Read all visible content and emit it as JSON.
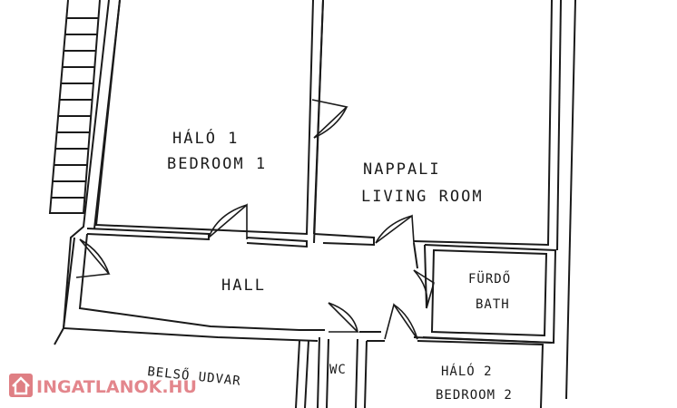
{
  "rooms": {
    "halo1": {
      "name_hu": "HÁLÓ 1",
      "name_en": "BEDROOM 1"
    },
    "nappali": {
      "name_hu": "NAPPALI",
      "name_en": "LIVING ROOM"
    },
    "hall": {
      "name": "HALL"
    },
    "furdo": {
      "name_hu": "FÜRDŐ",
      "name_en": "BATH"
    },
    "wc": {
      "name": "WC"
    },
    "halo2": {
      "name_hu": "HÁLÓ 2",
      "name_en": "BEDROOM 2"
    },
    "belso_udvar": {
      "name_hu": "BELSŐ UDVAR"
    }
  },
  "watermark": {
    "text": "INGATLANOK.HU",
    "color": "#e07a80"
  },
  "colors": {
    "ink": "#1a1a1a",
    "background": "#ffffff"
  }
}
